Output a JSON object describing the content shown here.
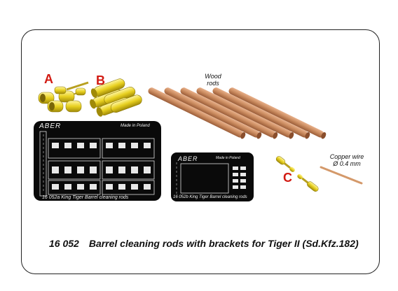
{
  "caption": {
    "code": "16 052",
    "title": "Barrel cleaning rods with brackets for Tiger II (Sd.Kfz.182)"
  },
  "parts": {
    "a_label": "A",
    "b_label": "B",
    "c_label": "C",
    "wood_label_line1": "Wood",
    "wood_label_line2": "rods",
    "copper_label_line1": "Copper wire",
    "copper_label_line2": "Ø 0.4 mm"
  },
  "plate_a": {
    "brand": "ABER",
    "made_in": "Made in Poland",
    "footer": "16 052a  King Tiger Barrel cleaning rods"
  },
  "plate_b": {
    "brand": "ABER",
    "made_in": "Made in Poland",
    "footer": "16 052b King Tiger Barrel cleaning rods"
  },
  "colors": {
    "accent_red": "#d21a12",
    "brass": "#e8d020",
    "wood": "#c98a5e",
    "plate": "#0a0a0a"
  }
}
